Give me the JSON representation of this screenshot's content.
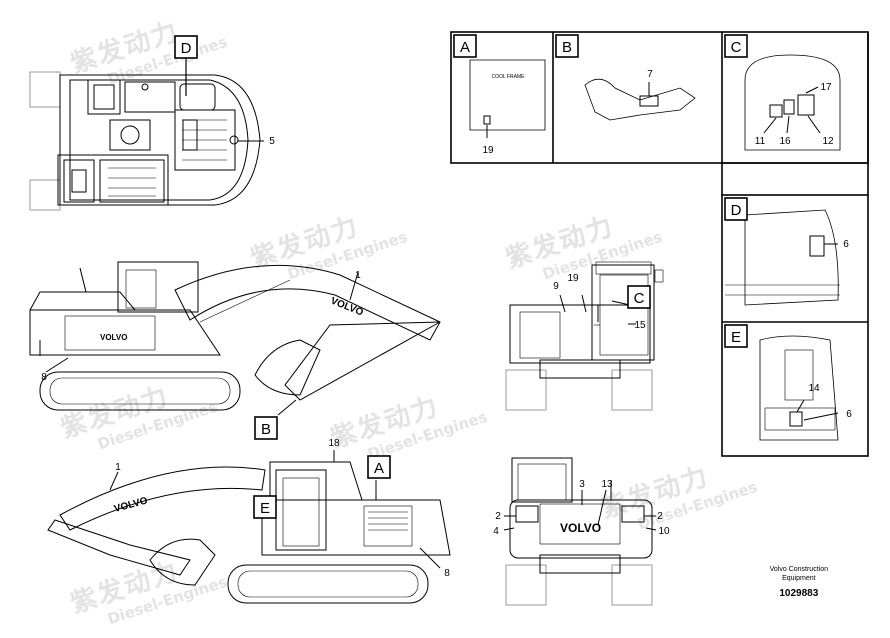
{
  "watermark": {
    "cn": "紫发动力",
    "en": "Diesel-Engines"
  },
  "detail_panels": [
    {
      "letter": "A",
      "callouts": [
        "19"
      ],
      "inner_label": "COOL FRAME"
    },
    {
      "letter": "B",
      "callouts": [
        "7"
      ]
    },
    {
      "letter": "C",
      "callouts": [
        "17",
        "11",
        "16",
        "12"
      ]
    },
    {
      "letter": "D",
      "callouts": [
        "6"
      ]
    },
    {
      "letter": "E",
      "callouts": [
        "14",
        "6"
      ]
    }
  ],
  "view_markers": [
    "D",
    "B",
    "C",
    "A",
    "E"
  ],
  "callouts": {
    "top_view": [
      "5"
    ],
    "side_left": [
      "1",
      "8"
    ],
    "rear_view": [
      "9",
      "19",
      "15"
    ],
    "side_right": [
      "18",
      "1",
      "8"
    ],
    "front_view": [
      "3",
      "13",
      "2",
      "2",
      "4",
      "10"
    ]
  },
  "decal_text": "VOLVO",
  "footer": {
    "brand_line1": "Volvo Construction",
    "brand_line2": "Equipment",
    "part_number": "1029883"
  }
}
